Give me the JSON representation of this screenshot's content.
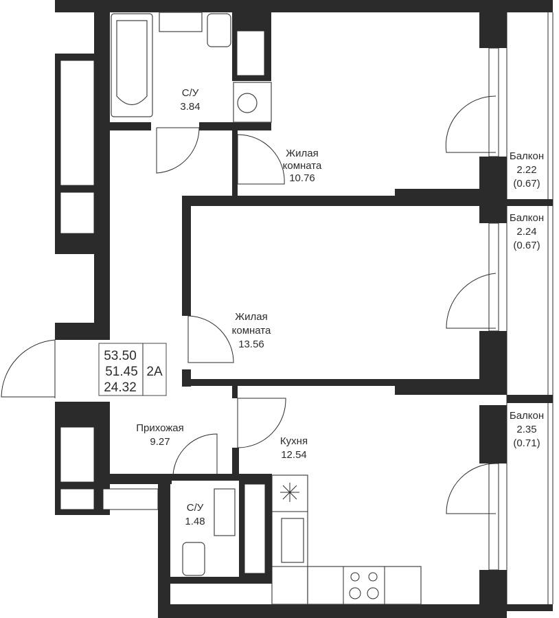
{
  "rooms": {
    "bath1": {
      "name": "С/У",
      "area": "3.84"
    },
    "living1": {
      "name_line1": "Жилая",
      "name_line2": "комната",
      "area": "10.76"
    },
    "living2": {
      "name_line1": "Жилая",
      "name_line2": "комната",
      "area": "13.56"
    },
    "hall": {
      "name": "Прихожая",
      "area": "9.27"
    },
    "kitchen": {
      "name": "Кухня",
      "area": "12.54"
    },
    "bath2": {
      "name": "С/У",
      "area": "1.48"
    },
    "balcony1": {
      "name": "Балкон",
      "area": "2.22",
      "reduced": "(0.67)"
    },
    "balcony2": {
      "name": "Балкон",
      "area": "2.24",
      "reduced": "(0.67)"
    },
    "balcony3": {
      "name": "Балкон",
      "area": "2.35",
      "reduced": "(0.71)"
    }
  },
  "summary": {
    "total_area": "53.50",
    "living_total": "51.45",
    "living_area": "24.32",
    "type": "2А"
  }
}
